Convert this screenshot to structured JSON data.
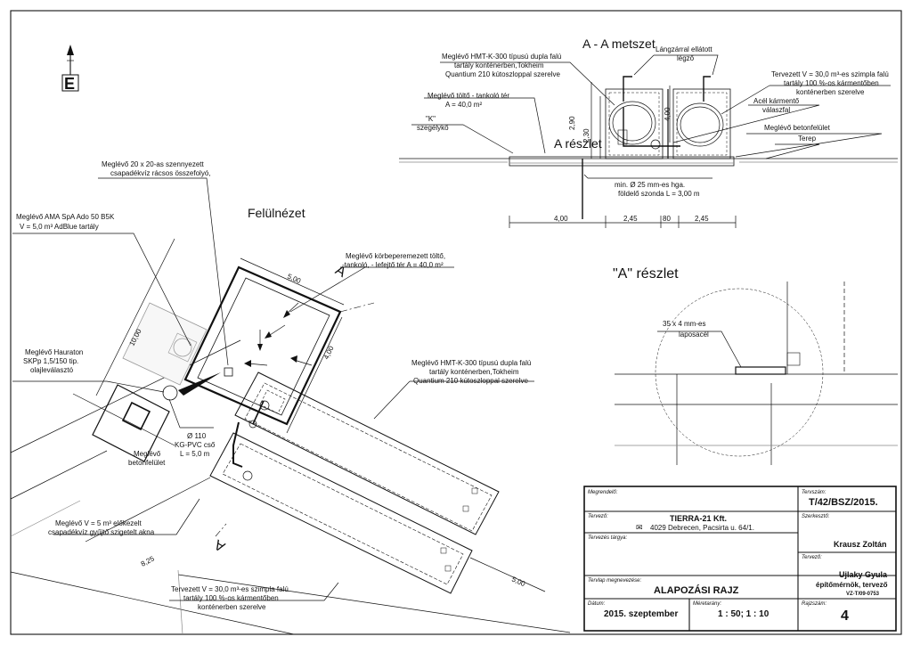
{
  "views": {
    "plan_title": "Felülnézet",
    "section_title": "A - A metszet",
    "detail_title": "\"A\" részlet",
    "detail_ref": "A részlet",
    "section_mark_a1": "A",
    "section_mark_a2": "A"
  },
  "north": {
    "symbol": "E"
  },
  "plan": {
    "labels": {
      "grate": [
        "Meglévő 20 x 20-as szennyezett",
        "csapadékvíz rácsos összefolyó,"
      ],
      "adblue": [
        "Meglévő AMA SpA Ado 50 B5K",
        "V = 5,0 m³ AdBlue tartály"
      ],
      "fueling_area": [
        "Meglévő körbeperemezett töltő,",
        "-tankoló, - lefejtő tér A = 40,0 m²"
      ],
      "separator": [
        "Meglévő Hauraton",
        "SKPp 1,5/150 tip.",
        "olajleválasztó"
      ],
      "existing_tank": [
        "Meglévő HMT-K-300 típusú dupla falú",
        "tartály konténerben,Tokheim",
        "Quantium 210 kútoszloppal szerelve"
      ],
      "pipe": [
        "Ø 110",
        "KG-PVC cső",
        "L = 5,0 m"
      ],
      "concrete": [
        "Meglévő",
        "betonfelület"
      ],
      "sump": [
        "Meglévő V = 5 m³ előkezelt",
        "csapadékvíz gyűjtő szigetelt akna"
      ],
      "planned_tank": [
        "Tervezett V = 30,0 m³-es szimpla falú",
        "tartály 100 %-os kármentőben",
        "konténerben szerelve"
      ]
    },
    "dims": {
      "d1000": "10,00",
      "d500a": "5,00",
      "d400": "4,00",
      "d825": "8,25",
      "d500b": "5,00"
    }
  },
  "section": {
    "labels": {
      "existing_tank": [
        "Meglévő HMT-K-300 típusú dupla falú",
        "tartály konténerben,Tokheim",
        "Quantium 210 kútoszloppal szerelve"
      ],
      "vent": [
        "Lángzárral ellátott",
        "légző"
      ],
      "planned_tank": [
        "Tervezett V = 30,0 m³-es szimpla falú",
        "tartály 100 %-os kármentőben",
        "konténerben szerelve"
      ],
      "fill_area": [
        "Meglévő töltő - tankoló tér",
        "A = 40,0 m²"
      ],
      "curb": [
        "\"K\"",
        "szegélykő"
      ],
      "steel_wall": [
        "Acél kármentő",
        "válaszfal"
      ],
      "concrete": [
        "Meglévő betonfelület"
      ],
      "terrain": [
        "Terep"
      ],
      "probe": [
        "min. Ø 25 mm-es hga.",
        "földelő szonda L = 3,00 m"
      ]
    },
    "dims": {
      "h290": "2,90",
      "h230": "2,30",
      "h400": "4,00",
      "w400": "4,00",
      "w245a": "2,45",
      "w80": "80",
      "w245b": "2,45"
    }
  },
  "detail": {
    "labels": {
      "flat_steel": [
        "35 x 4 mm-es",
        "laposacél"
      ]
    }
  },
  "title_block": {
    "client_cap": "Megrendelő:",
    "plan_no_cap": "Tervszám:",
    "plan_no": "T/42/BSZ/2015.",
    "designer_cap": "Tervező:",
    "designer": "TIERRA-21 Kft.",
    "address": "4029 Debrecen, Pacsirta u. 64/1.",
    "editor_cap": "Szerkesztő:",
    "editor": "Krausz Zoltán",
    "subject_cap": "Tervezés tárgya:",
    "engineer_cap": "Tervező:",
    "engineer": "Ujlaky Gyula",
    "engineer_title": "építőmérnök, tervező",
    "engineer_id": "VZ-T/09-0753",
    "drawing_cap": "Tervlap megnevezése:",
    "drawing": "ALAPOZÁSI RAJZ",
    "date_cap": "Dátum:",
    "date": "2015. szeptember",
    "scale_cap": "Méretarány:",
    "scale": "1 : 50; 1 : 10",
    "sheet_cap": "Rajzszám:",
    "sheet": "4"
  }
}
